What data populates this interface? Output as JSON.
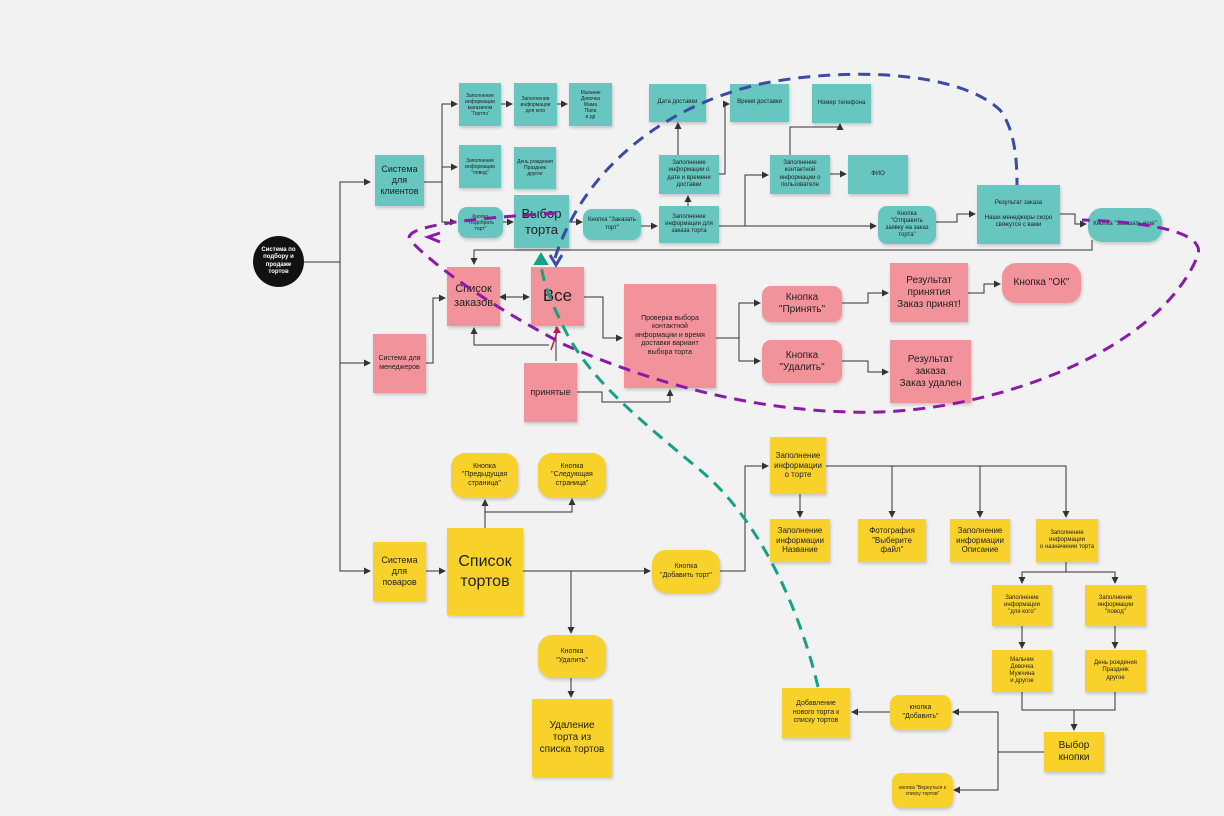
{
  "diagram": {
    "root": "Система по\nподбору и\nпродаже\nтортов",
    "clients": {
      "system": "Система\nдля\nклиентов",
      "shop_info": "Заполнение\nинформации\nмагазином\n'Тортлэ'",
      "for_whom": "Заполнение\nинформации\nдля кого",
      "family": "Мальчик\nДевочка\nМама\nПапа\nи др",
      "occasion": "Заполнение\nинформации\n\"повод\"",
      "holidays": "День рождения\nПраздник\nдругое",
      "pick_button": "Кнопка\n\"Подобрать\nторт\"",
      "choose_cake": "Выбор\nторта",
      "order_button": "Кнопка \"Заказать\nторт\"",
      "order_info": "Заполнение\nинформации для\nзаказа торта",
      "date_time_info": "Заполнение\nинформации о\nдате и времени\nдоставки",
      "delivery_date": "Дата доставки",
      "delivery_time": "Время доставки",
      "contact_info": "Заполнение\nконтактной\nинформации о\nпользователе",
      "phone": "Номер телефона",
      "fio": "ФИО",
      "send_button": "Кнопка \"Отправить\nзаявку на заказ\nторта\"",
      "result": "Результат заказа\n\nНаши менеджеры скоро\nсвяжутся с вами",
      "reorder_button": "Кнопка \"Заказать еще\""
    },
    "managers": {
      "system": "Система для\nменеджеров",
      "orders_list": "Список\nзаказов",
      "all": "Все",
      "accepted": "принятые",
      "check": "Проверка выбора\nконтактной\nинформации и время\nдоставки вариант\nвыбора торта",
      "accept_button": "Кнопка\n\"Принять\"",
      "delete_button": "Кнопка\n\"Удалить\"",
      "accept_result": "Результат\nпринятия\nЗаказ принят!",
      "delete_result": "Результат\nзаказа\nЗаказ удален",
      "ok_button": "Кнопка \"ОК\""
    },
    "cooks": {
      "system": "Система\nдля\nповаров",
      "cakes_list": "Список\nтортов",
      "prev_page": "Кнопка\n\"Предыдущая\nстраница\"",
      "next_page": "Кнопка\n\"Следующая\nстраница\"",
      "delete_button": "Кнопка\n\"Удалить\"",
      "delete_result": "Удаление\nторта из\nсписка тортов",
      "add_button": "Кнопка\n\"Добавить торт\"",
      "cake_info": "Заполнение\nинформации\nо торте",
      "name_info": "Заполнение\nинформации\nНазвание",
      "photo": "Фотография\n\"Выберите файл\"",
      "description": "Заполнение\nинформации\nОписание",
      "purpose": "Заполнение\nинформации\nо назначении торта",
      "for_whom": "Заполнение\nинформации\n\"для кого\"",
      "occasion": "Заполнение\nинформации\n\"повод\"",
      "family": "Мальчик\nДевочка\nМужчина\nи другое",
      "holidays": "День рождения\nПраздник\nдругое",
      "choose_button": "Выбор\nкнопки",
      "add_btn": "кнопка\n\"Добавить\"",
      "back_btn": "кнопка \"Вернуться к\nсписку тортов\"",
      "added": "Добавление\nнового торта к\nсписку тортов"
    }
  },
  "colors": {
    "teal": "#67c7c0",
    "pink": "#f2939c",
    "yellow": "#f8d12b",
    "purple_dash": "#8b1aa8",
    "blue_dash": "#3a4aa8",
    "green_dash": "#16a085"
  }
}
